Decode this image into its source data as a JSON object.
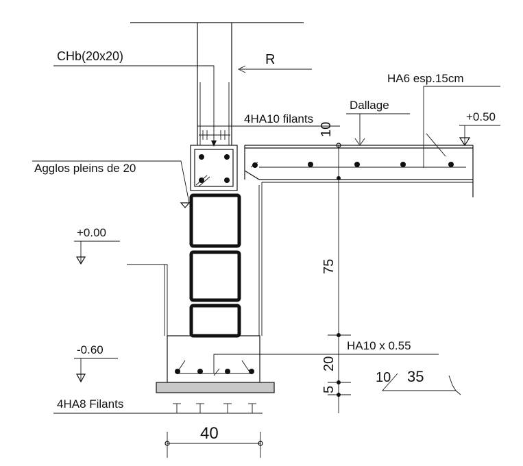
{
  "labels": {
    "chb": "CHb(20x20)",
    "r": "R",
    "ha6": "HA6 esp.15cm",
    "dallage": "Dallage",
    "ha10_filants": "4HA10 filants",
    "elev_050": "+0.50",
    "agglos": "Agglos pleins de 20",
    "elev_000": "+0.00",
    "elev_060": "-0.60",
    "ha10x055": "HA10 x 0.55",
    "ha8": "4HA8 Filants"
  },
  "dims": {
    "d10_top": "10",
    "d75": "75",
    "d20": "20",
    "d5": "5",
    "d10_bottom": "10",
    "d35": "35",
    "d40": "40"
  }
}
